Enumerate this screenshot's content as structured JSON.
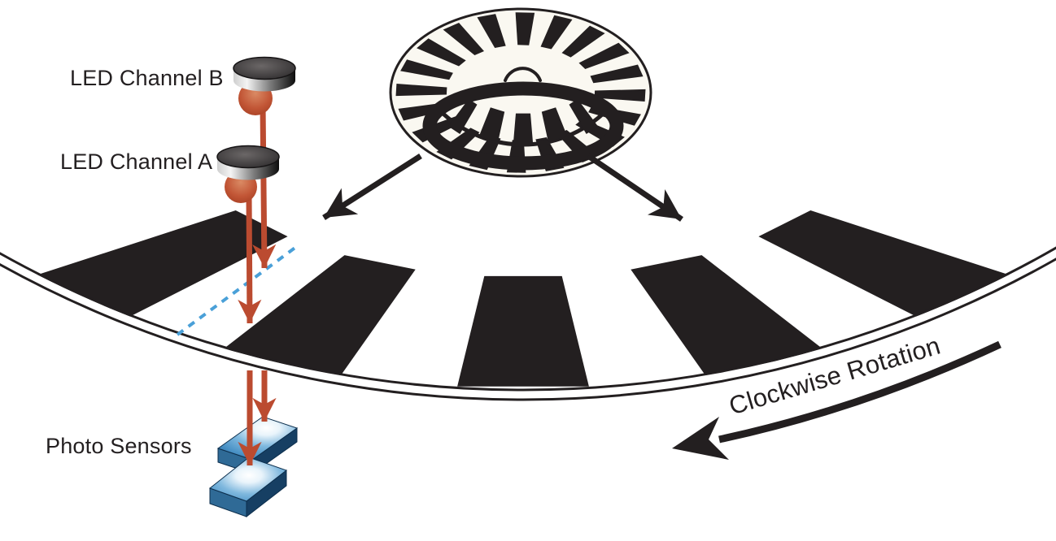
{
  "diagram": {
    "type": "optical-rotary-encoder-diagram",
    "labels": {
      "led_channel_b": "LED Channel B",
      "led_channel_a": "LED Channel A",
      "photo_sensors": "Photo Sensors",
      "rotation": "Clockwise Rotation"
    },
    "colors": {
      "ink": "#231F20",
      "cream": "#FAF8F1",
      "beam_red": "#BB4B30",
      "guide_blue": "#4AA0D8",
      "sensor_blue": "#4E97CC",
      "sensor_side": "#2F6A96",
      "sensor_front": "#163F63",
      "led_dome": "#C25636"
    },
    "icons": {
      "encoder_disk": "encoder-disk-icon",
      "magnifier_ring": "magnifier-ring-icon",
      "led_emitter": "led-emitter-icon",
      "photo_sensor": "photo-sensor-icon",
      "light_beam": "light-beam-arrow-icon",
      "rotation_arrow": "rotation-direction-arrow-icon",
      "projection_arrow": "projection-arrow-icon",
      "slot_guide": "slot-guide-dashed-line"
    }
  }
}
